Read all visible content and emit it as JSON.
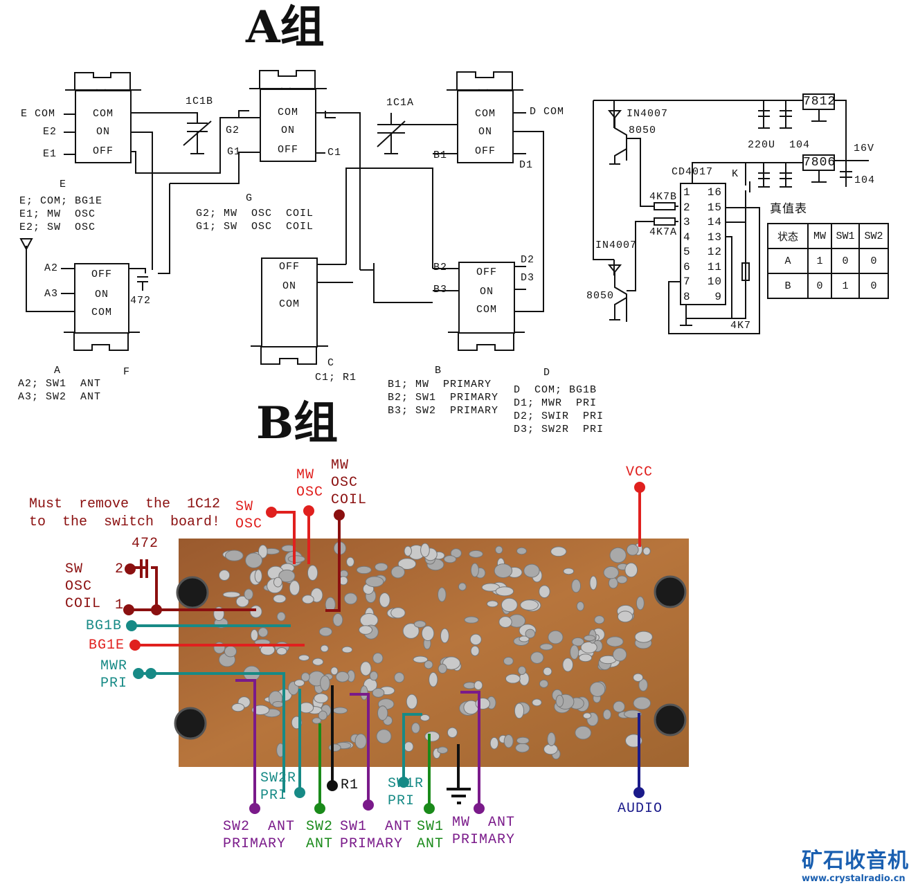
{
  "titles": {
    "group_a": "A组",
    "group_b": "B组"
  },
  "switches": {
    "E": {
      "rows": [
        "COM",
        "ON",
        "OFF"
      ],
      "pins": [
        "E COM",
        "E2",
        "E1"
      ]
    },
    "G": {
      "rows": [
        "COM",
        "ON",
        "OFF"
      ],
      "pins": [
        "G2",
        "G1",
        "C1"
      ]
    },
    "D": {
      "rows": [
        "COM",
        "ON",
        "OFF"
      ],
      "pins": [
        "D COM",
        "B1",
        "D1"
      ]
    },
    "A": {
      "rows": [
        "OFF",
        "ON",
        "COM"
      ],
      "pins": [
        "A2",
        "A3",
        "472"
      ]
    },
    "C": {
      "rows": [
        "OFF",
        "ON",
        "COM"
      ]
    },
    "B": {
      "rows": [
        "OFF",
        "ON",
        "COM"
      ],
      "pins": [
        "B2",
        "B3",
        "D2",
        "D3"
      ]
    }
  },
  "caps": {
    "c1b": "1C1B",
    "c1a": "1C1A"
  },
  "legends": {
    "E": {
      "title": "E",
      "lines": [
        "E; COM; BG1E",
        "E1; MW  OSC",
        "E2; SW  OSC"
      ]
    },
    "G": {
      "title": "G",
      "lines": [
        "G2; MW  OSC  COIL",
        "G1; SW  OSC  COIL"
      ]
    },
    "A": {
      "title": "A",
      "lines": [
        "A2; SW1  ANT",
        "A3; SW2  ANT"
      ]
    },
    "F": {
      "title": "F"
    },
    "C": {
      "title": "C",
      "lines": [
        "C1; R1"
      ]
    },
    "B": {
      "title": "B",
      "lines": [
        "B1; MW  PRIMARY",
        "B2; SW1  PRIMARY",
        "B3; SW2  PRIMARY"
      ]
    },
    "D": {
      "title": "D",
      "lines": [
        "D  COM; BG1B",
        "D1; MWR  PRI",
        "D2; SWIR  PRI",
        "D3; SW2R  PRI"
      ]
    }
  },
  "control_circuit": {
    "diode_top": "IN4007",
    "transistor_top": "8050",
    "diode_bottom": "IN4007",
    "transistor_bottom": "8050",
    "ic": "CD4017",
    "reg12": "7812",
    "reg6": "7806",
    "caps_label": "220U  104",
    "cap_104": "104",
    "supply": "16V",
    "switch": "K",
    "r_b": "4K7B",
    "r_a": "4K7A",
    "r_pull": "4K7",
    "pins_left": [
      "1",
      "2",
      "3",
      "4",
      "5",
      "6",
      "7",
      "8"
    ],
    "pins_right": [
      "16",
      "15",
      "14",
      "13",
      "12",
      "11",
      "10",
      "9"
    ]
  },
  "truth_table": {
    "title": "真值表",
    "headers": [
      "状态",
      "MW",
      "SW1",
      "SW2"
    ],
    "rows": [
      [
        "A",
        "1",
        "0",
        "0"
      ],
      [
        "B",
        "0",
        "1",
        "0"
      ]
    ]
  },
  "board_labels": {
    "warning": [
      "Must  remove  the  1C12",
      "to  the  switch  board!"
    ],
    "sw_osc": [
      "SW",
      "OSC"
    ],
    "mw_osc": [
      "MW",
      "OSC"
    ],
    "mw_osc_coil": [
      "MW",
      "OSC",
      "COIL"
    ],
    "vcc": "VCC",
    "cap472": "472",
    "pin2": "2",
    "pin1": "1",
    "sw_osc_coil": [
      "SW",
      "OSC",
      "COIL"
    ],
    "bg1b": "BG1B",
    "bg1e": "BG1E",
    "mwr_pri": [
      "MWR",
      "PRI"
    ],
    "sw2r_pri": [
      "SW2R",
      "PRI"
    ],
    "r1": "R1",
    "sw1r_pri": [
      "SW1R",
      "PRI"
    ],
    "sw2_ant_primary": [
      "SW2  ANT",
      "PRIMARY"
    ],
    "sw2_ant": [
      "SW2",
      "ANT"
    ],
    "sw1_ant_primary": [
      "SW1  ANT",
      "PRIMARY"
    ],
    "sw1_ant": [
      "SW1",
      "ANT"
    ],
    "mw_ant_primary": [
      "MW  ANT",
      "PRIMARY"
    ],
    "audio": "AUDIO"
  },
  "logo": {
    "name": "矿石收音机",
    "url": "www.crystalradio.cn"
  }
}
